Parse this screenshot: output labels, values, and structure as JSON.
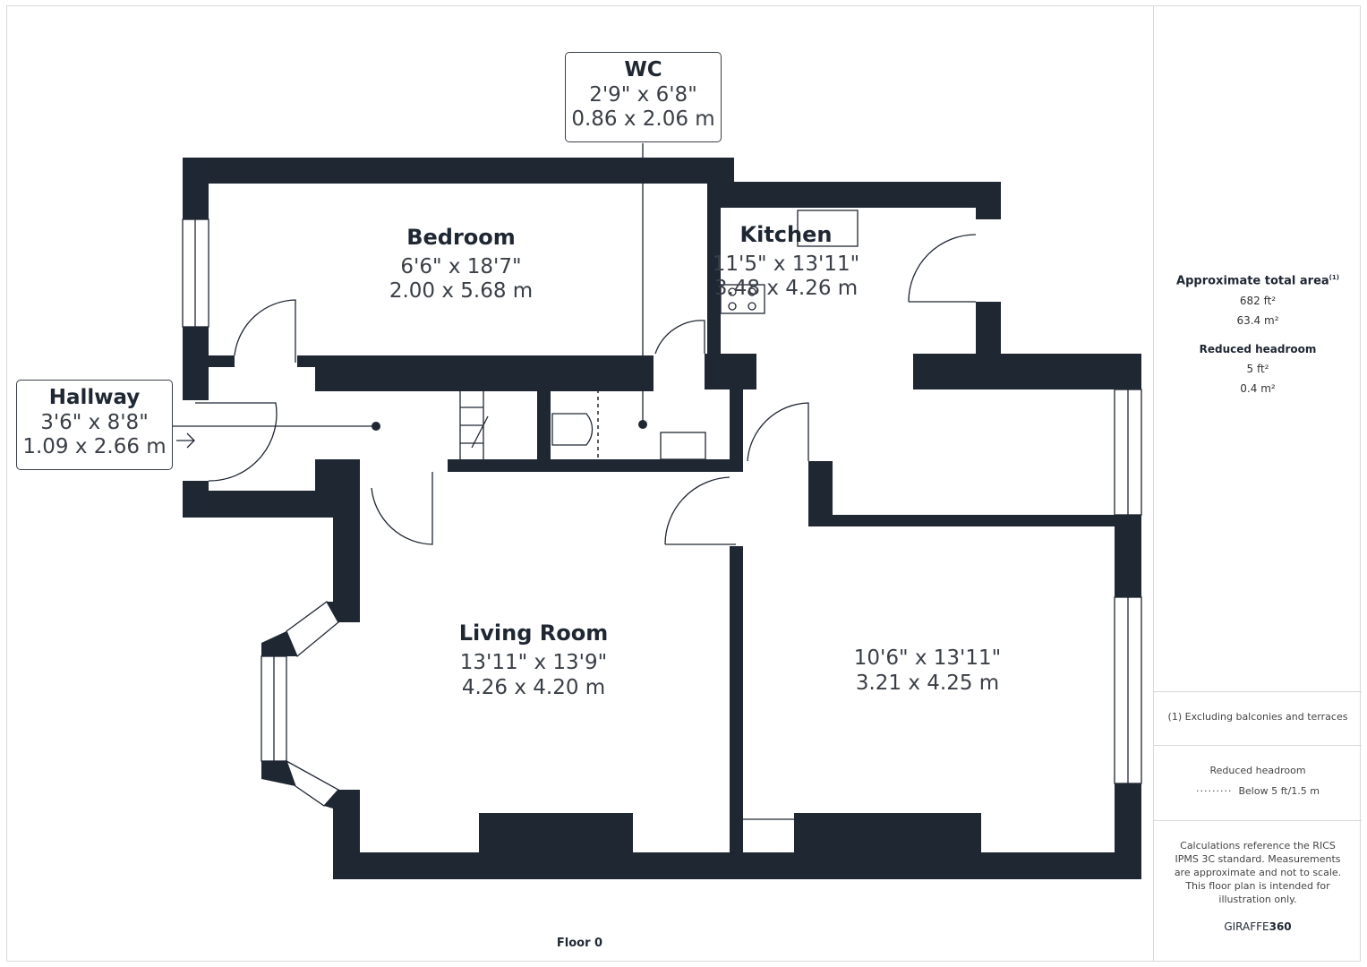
{
  "rooms": {
    "wc": {
      "name": "WC",
      "imperial": "2'9\" x 6'8\"",
      "metric": "0.86 x 2.06 m"
    },
    "hallway": {
      "name": "Hallway",
      "imperial": "3'6\" x 8'8\"",
      "metric": "1.09 x 2.66 m"
    },
    "bedroom": {
      "name": "Bedroom",
      "imperial": "6'6\" x 18'7\"",
      "metric": "2.00 x 5.68 m"
    },
    "kitchen": {
      "name": "Kitchen",
      "imperial": "11'5\" x 13'11\"",
      "metric": "3.48 x 4.26 m"
    },
    "living_room": {
      "name": "Living Room",
      "imperial": "13'11\" x 13'9\"",
      "metric": "4.26 x 4.20 m"
    },
    "unnamed_room": {
      "imperial": "10'6\" x 13'11\"",
      "metric": "3.21 x 4.25 m"
    }
  },
  "floor_label": "Floor 0",
  "sidebar": {
    "total_area_title": "Approximate total area",
    "total_area_note_marker": "(1)",
    "total_area_ft": "682 ft²",
    "total_area_m": "63.4 m²",
    "reduced_headroom_title": "Reduced headroom",
    "reduced_headroom_ft": "5 ft²",
    "reduced_headroom_m": "0.4 m²",
    "footnote": "(1) Excluding balconies and terraces",
    "legend_title": "Reduced headroom",
    "legend_item": "Below 5 ft/1.5 m",
    "disclaimer": "Calculations reference the RICS IPMS 3C standard. Measurements are approximate and not to scale. This floor plan is intended for illustration only.",
    "brand_light": "GIRAFFE",
    "brand_bold": "360"
  },
  "colors": {
    "wall": "#1f2733",
    "text": "#3a3f47"
  }
}
